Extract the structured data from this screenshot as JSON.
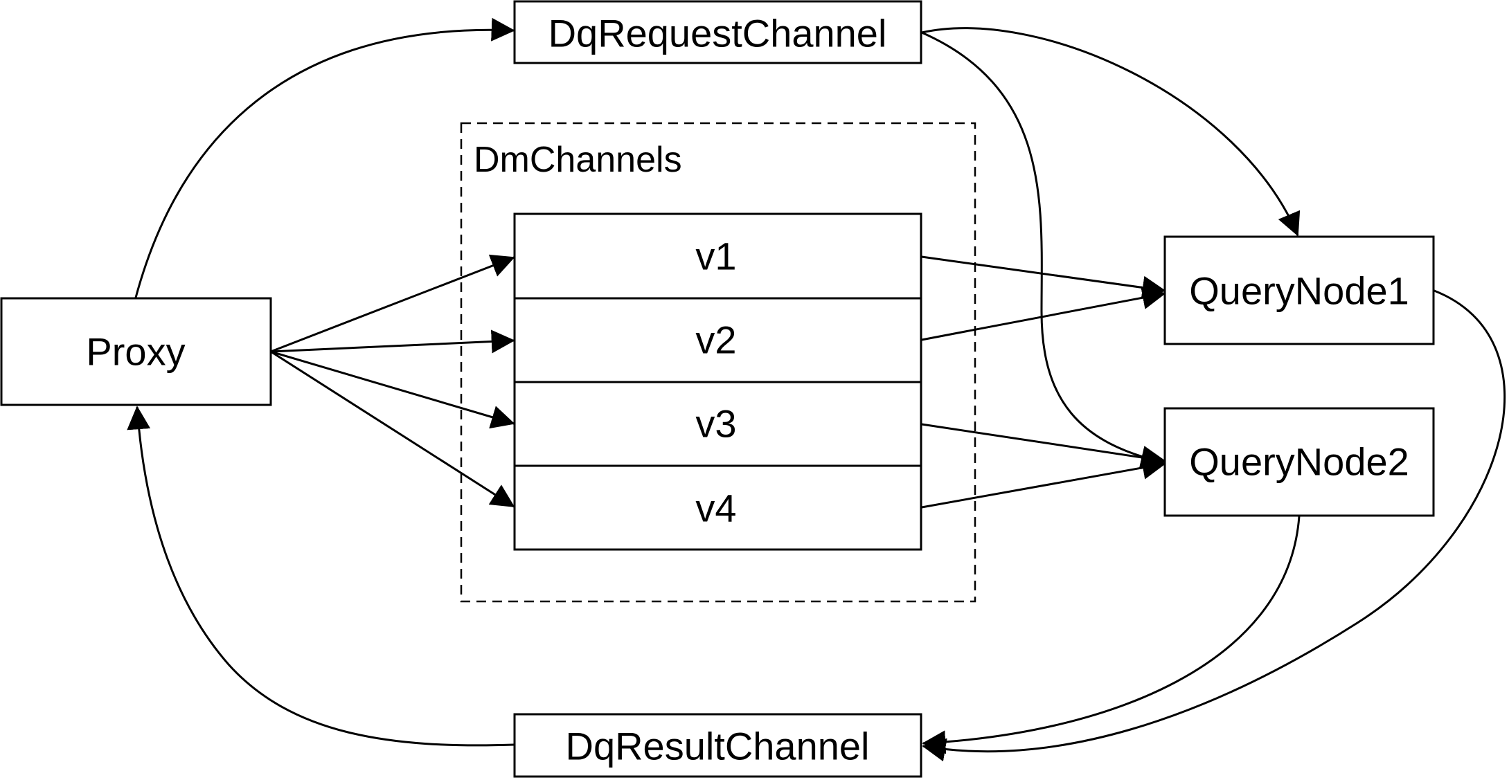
{
  "diagram": {
    "group": {
      "label": "DmChannels"
    },
    "nodes": {
      "proxy": "Proxy",
      "request_channel": "DqRequestChannel",
      "result_channel": "DqResultChannel",
      "query_node_1": "QueryNode1",
      "query_node_2": "QueryNode2"
    },
    "channels": [
      "v1",
      "v2",
      "v3",
      "v4"
    ],
    "edges": [
      {
        "from": "Proxy",
        "to": "DqRequestChannel"
      },
      {
        "from": "DqRequestChannel",
        "to": "QueryNode1"
      },
      {
        "from": "DqRequestChannel",
        "to": "QueryNode2"
      },
      {
        "from": "Proxy",
        "to": "v1"
      },
      {
        "from": "Proxy",
        "to": "v2"
      },
      {
        "from": "Proxy",
        "to": "v3"
      },
      {
        "from": "Proxy",
        "to": "v4"
      },
      {
        "from": "v1",
        "to": "QueryNode1"
      },
      {
        "from": "v2",
        "to": "QueryNode1"
      },
      {
        "from": "v3",
        "to": "QueryNode2"
      },
      {
        "from": "v4",
        "to": "QueryNode2"
      },
      {
        "from": "QueryNode1",
        "to": "DqResultChannel"
      },
      {
        "from": "QueryNode2",
        "to": "DqResultChannel"
      },
      {
        "from": "DqResultChannel",
        "to": "Proxy"
      }
    ]
  }
}
